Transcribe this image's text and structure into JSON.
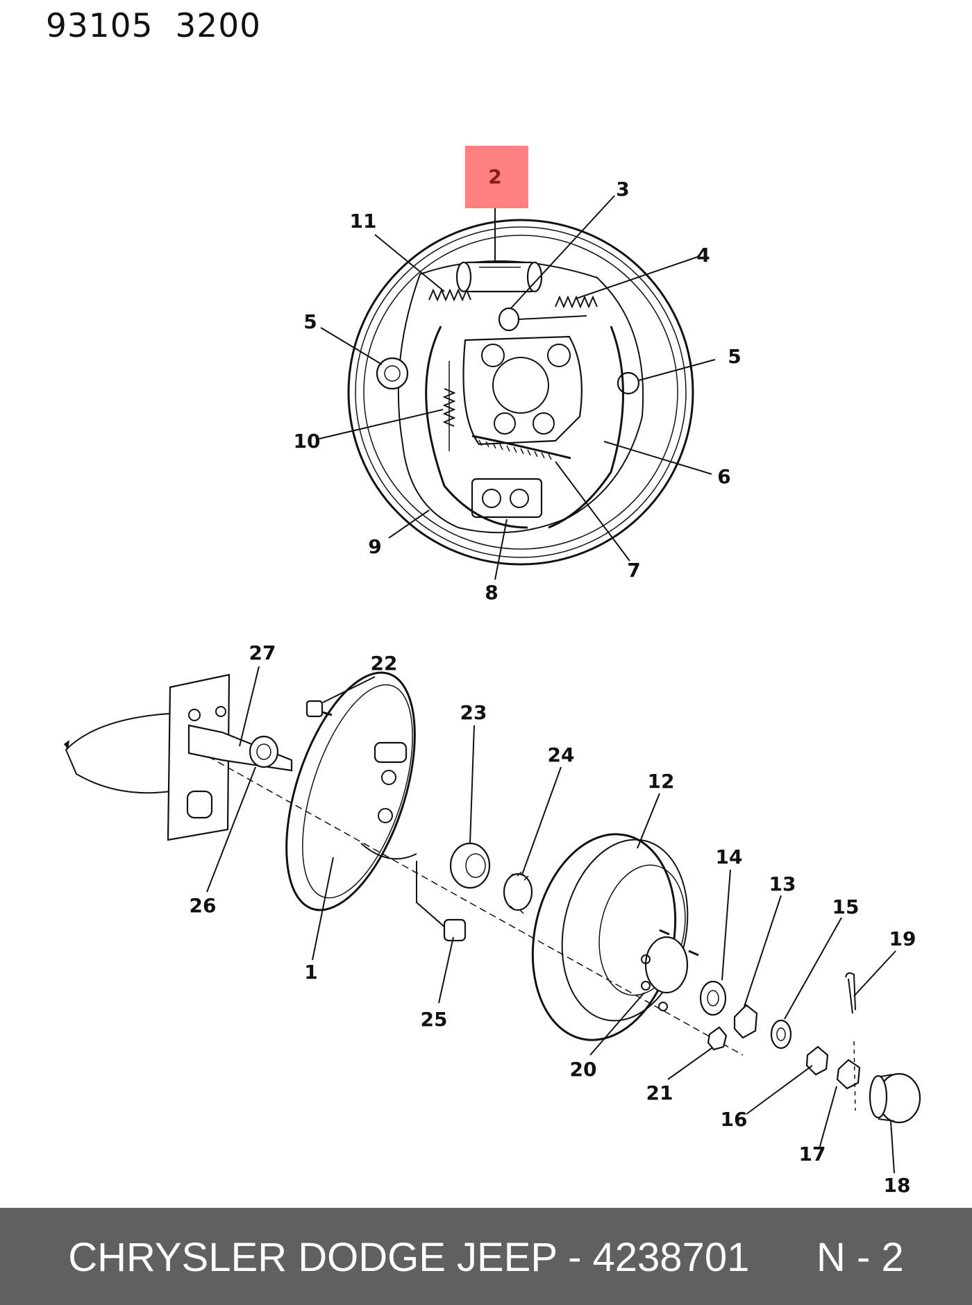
{
  "header": {
    "code": "93105  3200"
  },
  "highlight": {
    "color": "#ff8080",
    "label": "2"
  },
  "callouts": {
    "c2": "2",
    "c3": "3",
    "c4": "4",
    "c5a": "5",
    "c5b": "5",
    "c6": "6",
    "c7": "7",
    "c8": "8",
    "c9": "9",
    "c10": "10",
    "c11": "11",
    "c1": "1",
    "c12": "12",
    "c13": "13",
    "c14": "14",
    "c15": "15",
    "c16": "16",
    "c17": "17",
    "c18": "18",
    "c19": "19",
    "c20": "20",
    "c21": "21",
    "c22": "22",
    "c23": "23",
    "c24": "24",
    "c25": "25",
    "c26": "26",
    "c27": "27"
  },
  "footer": {
    "brand_part": "CHRYSLER DODGE JEEP - 4238701",
    "page": "N - 2"
  }
}
